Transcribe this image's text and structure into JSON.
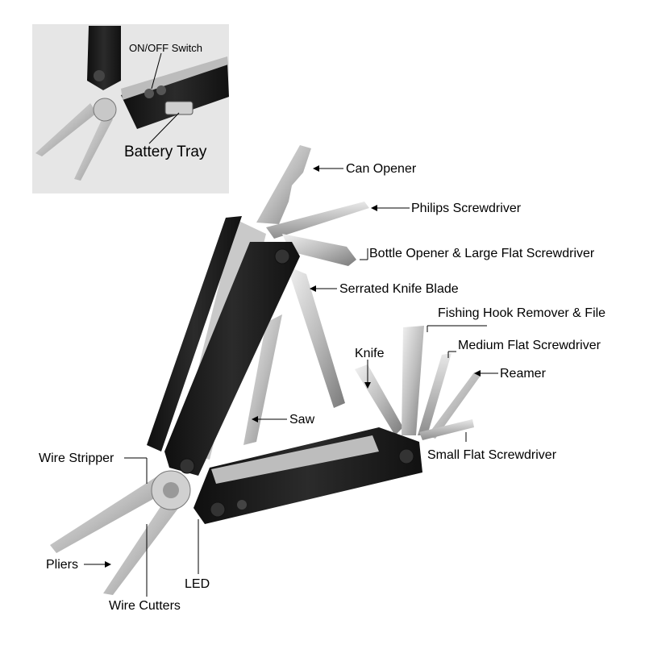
{
  "inset": {
    "labels": {
      "on_off_switch": "ON/OFF Switch",
      "battery_tray": "Battery Tray"
    }
  },
  "labels": {
    "can_opener": "Can Opener",
    "philips_screwdriver": "Philips Screwdriver",
    "bottle_opener": "Bottle Opener & Large Flat Screwdriver",
    "serrated_knife": "Serrated Knife Blade",
    "fishing_hook": "Fishing Hook Remover & File",
    "knife": "Knife",
    "medium_flat": "Medium Flat Screwdriver",
    "reamer": "Reamer",
    "saw": "Saw",
    "small_flat": "Small Flat Screwdriver",
    "wire_stripper": "Wire Stripper",
    "pliers": "Pliers",
    "led": "LED",
    "wire_cutters": "Wire Cutters"
  },
  "colors": {
    "handle_black": "#1e1e1e",
    "steel_light": "#d8d8d8",
    "steel_mid": "#a9a9a9",
    "steel_dark": "#6f6f6f",
    "inset_bg": "#e6e6e6",
    "text": "#000000"
  }
}
